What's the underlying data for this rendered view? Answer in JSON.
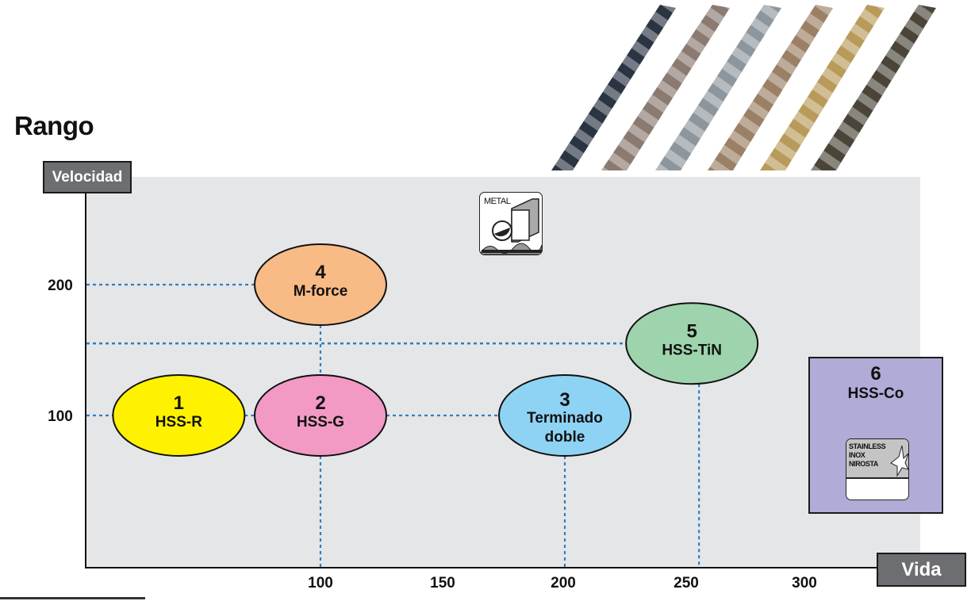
{
  "title": "Rango",
  "chart_data": {
    "type": "scatter",
    "ylabel": "Velocidad",
    "xlabel": "Vida",
    "x_ticks": [
      "100",
      "150",
      "200",
      "250",
      "300"
    ],
    "y_ticks": [
      "200",
      "100"
    ],
    "grid": false,
    "points": [
      {
        "number": "1",
        "name": "HSS-R",
        "vida": 42,
        "velocidad": 100,
        "color": "#fff200"
      },
      {
        "number": "2",
        "name": "HSS-G",
        "vida": 100,
        "velocidad": 100,
        "color": "#f29ac4"
      },
      {
        "number": "3",
        "name": "Terminado",
        "name2": "doble",
        "vida": 200,
        "velocidad": 100,
        "color": "#8fd3f4"
      },
      {
        "number": "4",
        "name": "M-force",
        "vida": 100,
        "velocidad": 200,
        "color": "#f9bb86"
      },
      {
        "number": "5",
        "name": "HSS-TiN",
        "vida": 252,
        "velocidad": 155,
        "color": "#9dd4ad"
      }
    ],
    "box": {
      "number": "6",
      "name": "HSS-Co",
      "color": "#b1abd8"
    }
  },
  "icons": {
    "metal": "METAL",
    "stainless_lines": [
      "STAINLESS",
      "INOX",
      "NIROSTA"
    ]
  }
}
